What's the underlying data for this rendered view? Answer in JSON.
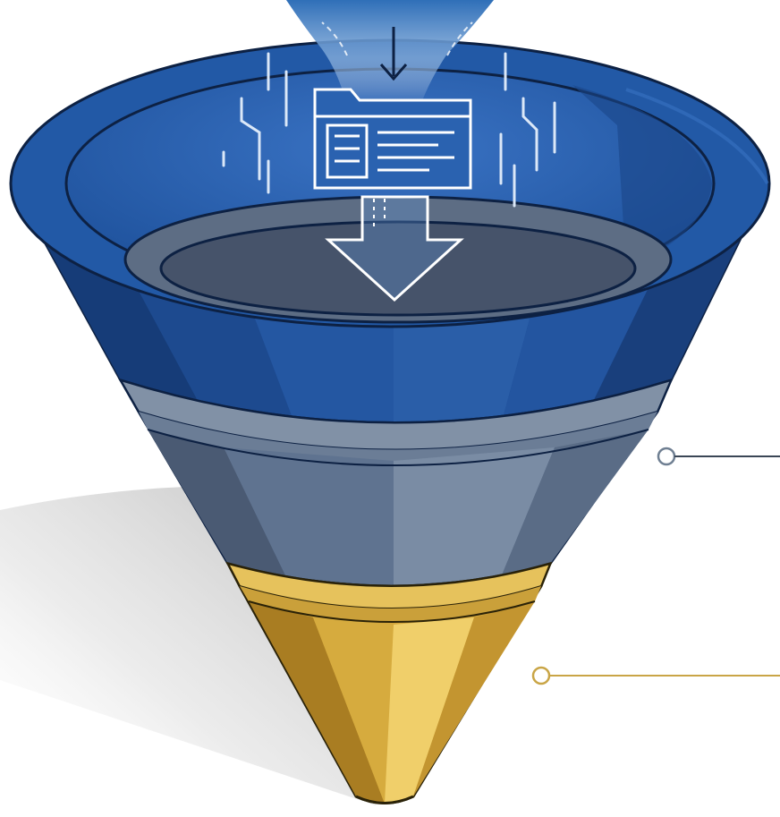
{
  "diagram": {
    "kind": "funnel",
    "stages": [
      {
        "id": "top",
        "color": "#1f4f99"
      },
      {
        "id": "middle",
        "color": "#5a6d88"
      },
      {
        "id": "bottom",
        "color": "#d4a73c"
      }
    ],
    "callouts": [
      {
        "id": "middle-callout",
        "color": "#6f7f92"
      },
      {
        "id": "bottom-callout",
        "color": "#c9a546"
      }
    ],
    "icons": [
      "incoming-stream-icon",
      "document-icon",
      "down-arrow-icon"
    ]
  }
}
